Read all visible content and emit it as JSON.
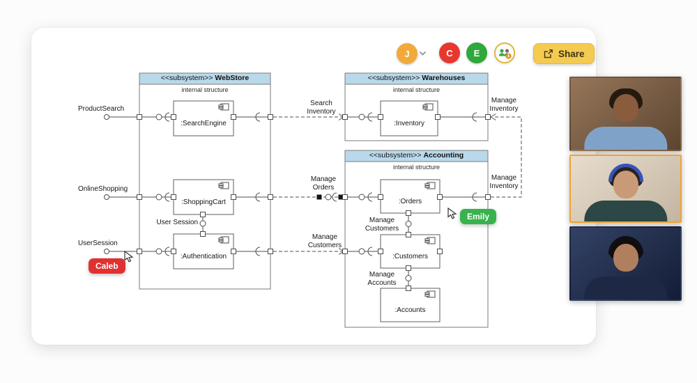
{
  "toolbar": {
    "current_user": {
      "initial": "J",
      "color": "#f2a93b"
    },
    "collaborators": [
      {
        "initial": "C",
        "color": "#e8382e"
      },
      {
        "initial": "E",
        "color": "#2fa83c"
      }
    ],
    "share": {
      "label": "Share",
      "bg": "#f4ca51"
    }
  },
  "cursors": [
    {
      "name": "Caleb",
      "color": "#e03131"
    },
    {
      "name": "Emily",
      "color": "#37b24d"
    }
  ],
  "diagram": {
    "subsystems": [
      {
        "stereotype": "<<subsystem>>",
        "name": "WebStore",
        "internal_label": "internal structure",
        "components": [
          ":SearchEngine",
          ":ShoppingCart",
          ":Authentication"
        ]
      },
      {
        "stereotype": "<<subsystem>>",
        "name": "Warehouses",
        "internal_label": "internal structure",
        "components": [
          ":Inventory"
        ]
      },
      {
        "stereotype": "<<subsystem>>",
        "name": "Accounting",
        "internal_label": "internal structure",
        "components": [
          ":Orders",
          ":Customers",
          ":Accounts"
        ]
      }
    ],
    "external_interfaces": [
      "ProductSearch",
      "OnlineShopping",
      "UserSession"
    ],
    "connector_labels": {
      "search_inventory": "Search Inventory",
      "manage_inventory_top": "Manage Inventory",
      "manage_orders": "Manage Orders",
      "manage_inventory_mid": "Manage Inventory",
      "manage_customers_mid": "Manage Customers",
      "user_session": "User Session",
      "manage_customers_inner": "Manage Customers",
      "manage_accounts_inner": "Manage Accounts"
    },
    "header_color": "#b9d9ea"
  },
  "video_panel": {
    "participants": [
      {
        "label": "participant-1",
        "active": false,
        "bg1": "#96765a",
        "bg2": "#5c4530",
        "skin": "#8a5c3e",
        "hair": "#241a10",
        "shirt": "#7fa3c8"
      },
      {
        "label": "participant-2",
        "active": true,
        "bg1": "#e7ddce",
        "bg2": "#c4b5a0",
        "skin": "#c89a78",
        "hair": "#2b221e",
        "shirt": "#2c4746",
        "band": "#3553b8",
        "highlight": "#f0a430"
      },
      {
        "label": "participant-3",
        "active": false,
        "bg1": "#334265",
        "bg2": "#141d36",
        "skin": "#b07f5e",
        "hair": "#120d0a",
        "shirt": "#1c2844",
        "band": "#0e0e14"
      }
    ]
  }
}
